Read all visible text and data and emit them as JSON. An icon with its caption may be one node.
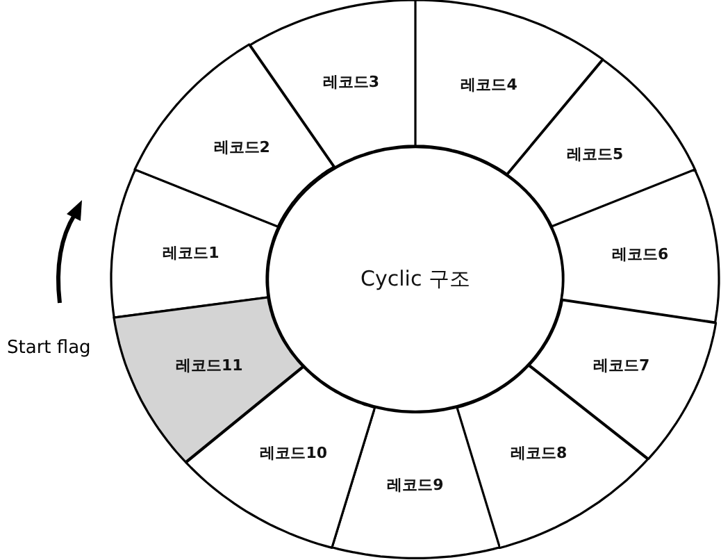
{
  "diagram": {
    "nodes": [
      {
        "text": [
          "Cyclic 구조"
        ]
      },
      {
        "text": [
          "레코드1"
        ]
      },
      {
        "text": [
          "레코드2"
        ]
      },
      {
        "text": [
          "레코드3"
        ]
      },
      {
        "text": [
          "레코드4"
        ]
      },
      {
        "text": [
          "레코드5"
        ]
      },
      {
        "text": [
          "레코드6"
        ]
      },
      {
        "text": [
          "레코드7"
        ]
      },
      {
        "text": [
          "레코드8"
        ]
      },
      {
        "text": [
          "레코드9"
        ]
      },
      {
        "text": [
          "레코드10"
        ]
      },
      {
        "text": [
          "레코드11"
        ]
      }
    ],
    "labels": [
      "Start flag"
    ]
  }
}
